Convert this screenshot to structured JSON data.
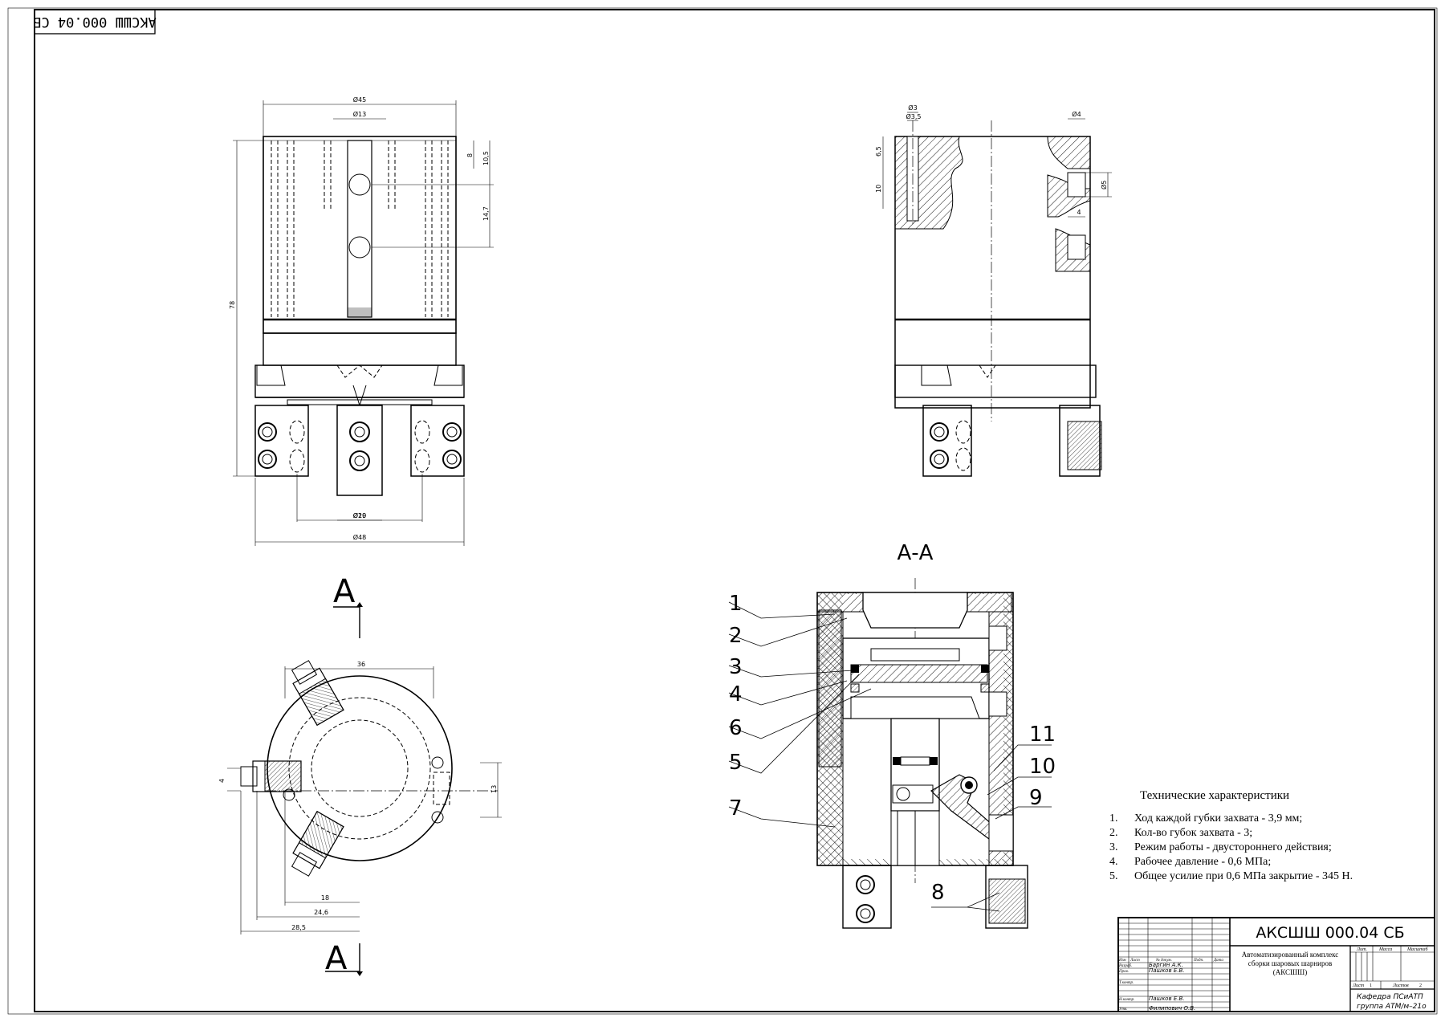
{
  "doc": {
    "code": "АКСШШ 000.04 СБ",
    "code_rotated": "АКСШШ 000.04 СБ"
  },
  "dims": {
    "front": {
      "d45": "Ø45",
      "d13": "Ø13",
      "h8": "8",
      "h10_5": "10,5",
      "h14_7": "14,7",
      "h78": "78",
      "d10": "Ø10",
      "d29": "Ø29",
      "d48": "Ø48"
    },
    "side": {
      "d3": "Ø3",
      "d3_5": "Ø3,5",
      "d4": "Ø4",
      "h6_5": "6,5",
      "h10": "10",
      "d5": "Ø5",
      "w4": "4"
    },
    "top": {
      "w36": "36",
      "h13": "13",
      "h4": "4",
      "w18": "18",
      "w24_6": "24,6",
      "w28_5": "28,5"
    }
  },
  "section": {
    "cut_letter_top": "А",
    "cut_letter_bottom": "А",
    "title": "А-А",
    "callouts": [
      "1",
      "2",
      "3",
      "4",
      "6",
      "5",
      "7",
      "11",
      "10",
      "9",
      "8"
    ]
  },
  "specs": {
    "title": "Технические характеристики",
    "items": [
      {
        "n": "1.",
        "text": "Ход каждой губки захвата - 3,9 мм;"
      },
      {
        "n": "2.",
        "text": "Кол-во губок захвата -  3;"
      },
      {
        "n": "3.",
        "text": "Режим работы - двустороннего действия;"
      },
      {
        "n": "4.",
        "text": "Рабочее давление - 0,6 МПа;"
      },
      {
        "n": "5.",
        "text": "Общее усилие при  0,6 МПа закрытие - 345 Н."
      }
    ]
  },
  "title_block": {
    "designation": "АКСШШ 000.04 СБ",
    "name_lines": [
      "Автоматизированный комплекс",
      "сборки шаровых шарниров",
      "(АКСШШ)"
    ],
    "col_headers": [
      "Изм",
      "Лист",
      "№ докум.",
      "Подп.",
      "Дата"
    ],
    "roles": [
      "Разраб.",
      "Пров.",
      "Т.контр.",
      "Н.контр.",
      "Утв."
    ],
    "names": [
      "Баргин А.К.",
      "Пашков Е.В.",
      "Пашков Е.В.",
      "Филипович О.В."
    ],
    "lit_label": "Лит.",
    "mass_label": "Масса",
    "scale_label": "Масштаб",
    "sheet_label": "Лист",
    "sheet_no": "1",
    "sheets_label": "Листов",
    "sheets_no": "2",
    "org_lines": [
      "Кафедра  ПСиАТП",
      "группа  АТМ/м–21о"
    ]
  }
}
